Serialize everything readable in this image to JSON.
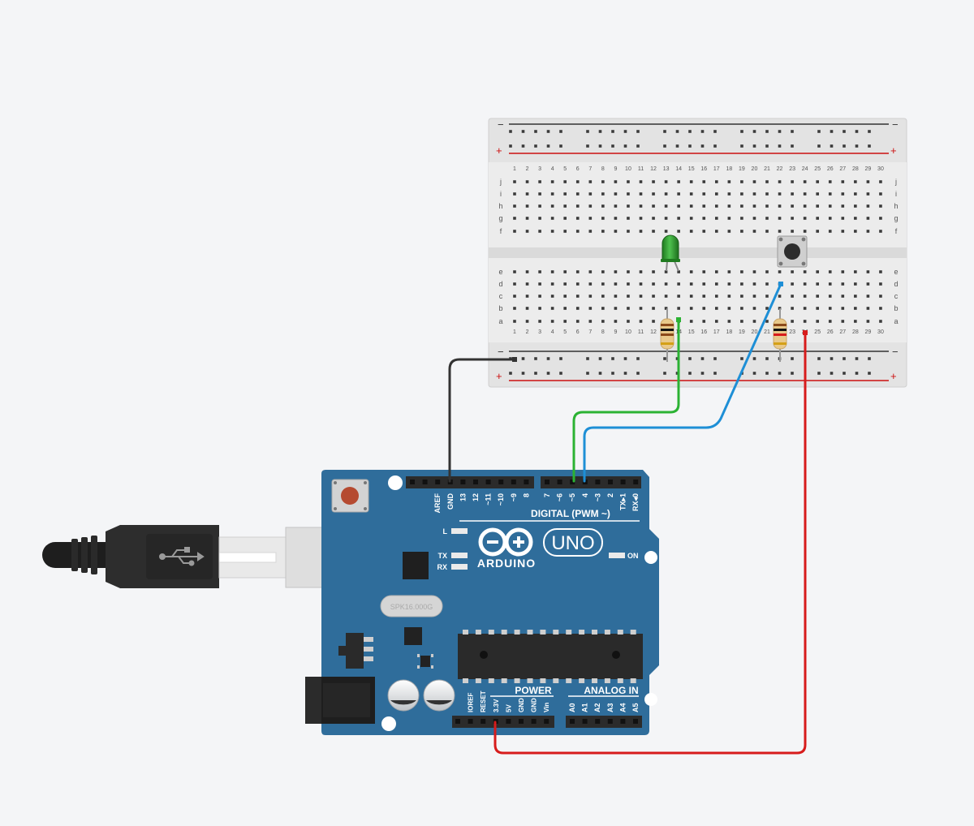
{
  "breadboard": {
    "columns": [
      "1",
      "2",
      "3",
      "4",
      "5",
      "6",
      "7",
      "8",
      "9",
      "10",
      "11",
      "12",
      "13",
      "14",
      "15",
      "16",
      "17",
      "18",
      "19",
      "20",
      "21",
      "22",
      "23",
      "24",
      "25",
      "26",
      "27",
      "28",
      "29",
      "30"
    ],
    "row_labels_top": [
      "j",
      "i",
      "h",
      "g",
      "f"
    ],
    "row_labels_bottom": [
      "e",
      "d",
      "c",
      "b",
      "a"
    ],
    "rail_minus": "−",
    "rail_plus": "+"
  },
  "arduino": {
    "brand": "ARDUINO",
    "model": "UNO",
    "digital_header_label": "DIGITAL (PWM ~)",
    "digital_pins": [
      "AREF",
      "GND",
      "13",
      "12",
      "~11",
      "~10",
      "~9",
      "8",
      "7",
      "~6",
      "~5",
      "4",
      "~3",
      "2",
      "TX▸1",
      "RX◂0"
    ],
    "power_header_label": "POWER",
    "power_pins": [
      "IOREF",
      "RESET",
      "3.3V",
      "5V",
      "GND",
      "GND",
      "Vin"
    ],
    "analog_header_label": "ANALOG IN",
    "analog_pins": [
      "A0",
      "A1",
      "A2",
      "A3",
      "A4",
      "A5"
    ],
    "led_labels": [
      "L",
      "TX",
      "RX"
    ],
    "on_label": "ON",
    "crystal_label": "SPK16.000G"
  },
  "colors": {
    "board": "#2f6d9b",
    "wire_black": "#333333",
    "wire_green": "#2bb233",
    "wire_blue": "#1e8fd6",
    "wire_red": "#d71c1c",
    "led": "#2e9e2e",
    "background": "#f4f5f7"
  }
}
